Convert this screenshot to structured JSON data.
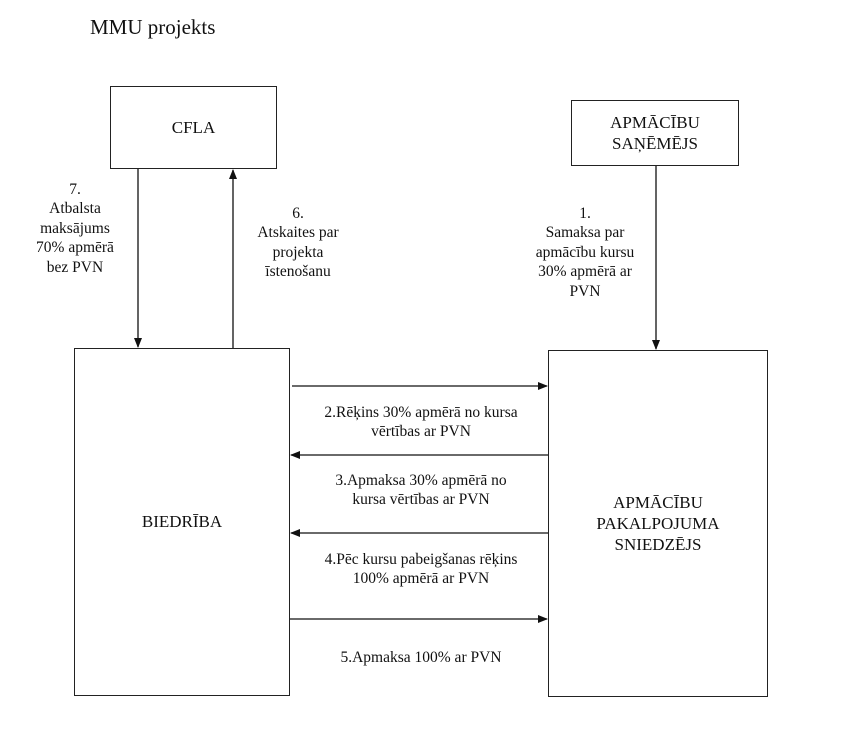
{
  "title": "MMU projekts",
  "boxes": {
    "cfla": "CFLA",
    "recipients": "APMĀCĪBU\nSAŅĒMĒJS",
    "association": "BIEDRĪBA",
    "provider": "APMĀCĪBU\nPAKALPOJUMA\nSNIEDZĒJS"
  },
  "flows": {
    "step_1": "1.\nSamaksa par\napmācību kursu\n30% apmērā ar\nPVN",
    "step_2": "2.Rēķins 30% apmērā no kursa\nvērtības ar PVN",
    "step_3": "3.Apmaksa 30% apmērā no\nkursa vērtības ar PVN",
    "step_4": "4.Pēc kursu pabeigšanas rēķins\n100% apmērā ar PVN",
    "step_5": "5.Apmaksa 100% ar PVN",
    "step_6": "6.\nAtskaites par\nprojekta\nīstenošanu",
    "step_7": "7.\nAtbalsta\nmaksājums\n70% apmērā\nbez PVN"
  }
}
